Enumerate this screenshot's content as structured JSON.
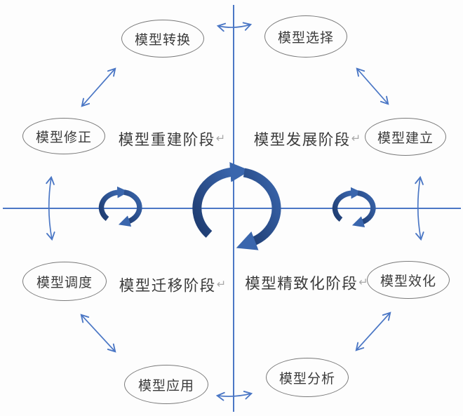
{
  "colors": {
    "background": "#fdfdfd",
    "axis": "#4b77c5",
    "thin_arrow": "#4b77c5",
    "cycle_dark": "#1d3a6e",
    "cycle_mid": "#3a66ad",
    "ellipse_stroke": "#7a7a7a",
    "text": "#3b3b3b",
    "return_mark": "#a9a9a9"
  },
  "ellipses": [
    {
      "id": "model-transform",
      "label": "模型转换"
    },
    {
      "id": "model-select",
      "label": "模型选择"
    },
    {
      "id": "model-revise",
      "label": "模型修正"
    },
    {
      "id": "model-establish",
      "label": "模型建立"
    },
    {
      "id": "model-schedule",
      "label": "模型调度"
    },
    {
      "id": "model-validate",
      "label": "模型效化"
    },
    {
      "id": "model-apply",
      "label": "模型应用"
    },
    {
      "id": "model-analyze",
      "label": "模型分析"
    }
  ],
  "quadrants": [
    {
      "id": "rebuild-phase",
      "label": "模型重建阶段",
      "return_mark": "↵"
    },
    {
      "id": "develop-phase",
      "label": "模型发展阶段",
      "return_mark": "↵"
    },
    {
      "id": "migrate-phase",
      "label": "模型迁移阶段",
      "return_mark": "↵"
    },
    {
      "id": "refine-phase",
      "label": "模型精致化阶段",
      "return_mark": "↵"
    }
  ],
  "icons": {
    "large_cycle": "clockwise-cycle-arrows",
    "small_cycle_left": "clockwise-cycle-arrows-small",
    "small_cycle_right": "clockwise-cycle-arrows-small",
    "axis_cross": "cross-axes",
    "double_arrows": "double-headed-arrow"
  }
}
